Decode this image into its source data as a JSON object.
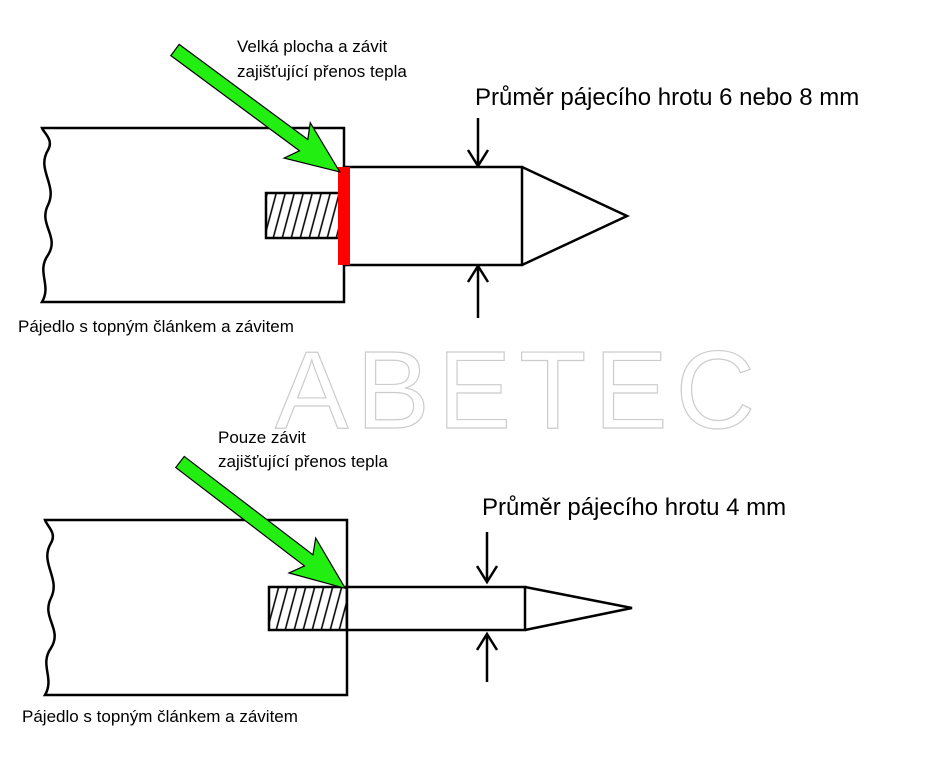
{
  "watermark": "ABETEC",
  "colors": {
    "arrow": "#22ee11",
    "contact": "#ff0000",
    "line": "#000000"
  },
  "top": {
    "callout_line1": "Velká plocha a závit",
    "callout_line2": "zajišťující přenos tepla",
    "diameter_label": "Průměr pájecího hrotu 6 nebo 8 mm",
    "body_label": "Pájedlo s topným článkem a závitem"
  },
  "bottom": {
    "callout_line1": "Pouze závit",
    "callout_line2": "zajišťující přenos tepla",
    "diameter_label": "Průměr pájecího hrotu 4 mm",
    "body_label": "Pájedlo s topným článkem a závitem"
  }
}
